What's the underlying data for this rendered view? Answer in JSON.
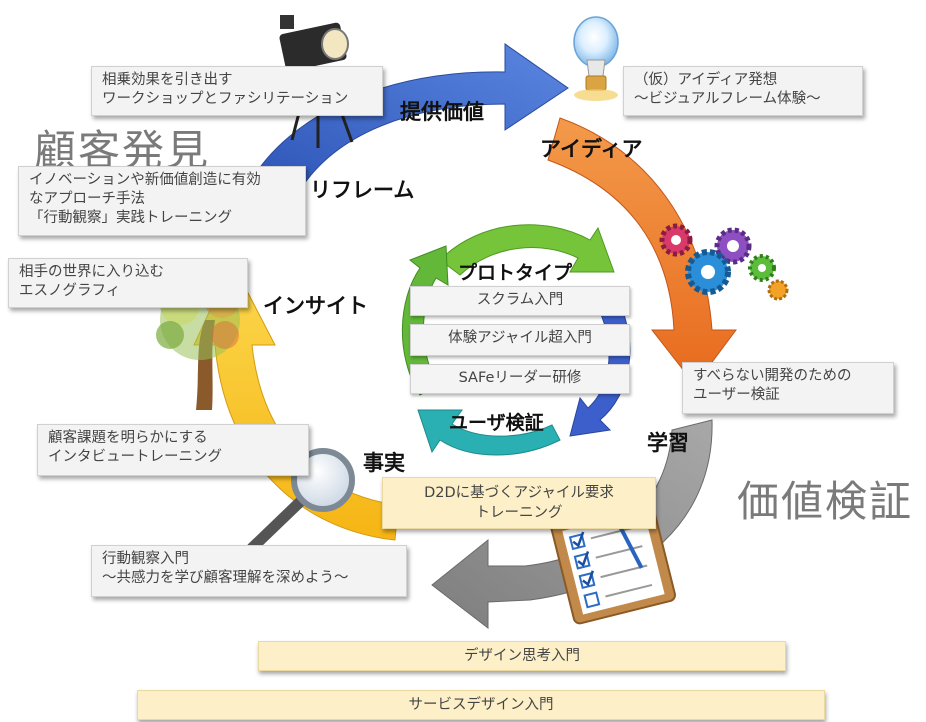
{
  "phases": {
    "customer_discovery": "顧客発見",
    "value_validation": "価値検証"
  },
  "outer_cycle": {
    "provide_value": "提供価値",
    "idea": "アイディア",
    "reframe": "リフレーム",
    "insight": "インサイト",
    "learning": "学習",
    "fact": "事実"
  },
  "inner_cycle": {
    "prototype": "プロトタイプ",
    "user_validation": "ユーザ検証",
    "courses": [
      "スクラム入門",
      "体験アジャイル超入門",
      "SAFeリーダー研修"
    ]
  },
  "callouts": {
    "synergy": [
      "相乗効果を引き出す",
      "ワークショップとファシリテーション"
    ],
    "idea_course": [
      "（仮）アイディア発想",
      "～ビジュアルフレーム体験～"
    ],
    "innovation": [
      "イノベーションや新価値創造に有効",
      "なアプローチ手法",
      "「行動観察」実践トレーニング"
    ],
    "ethnography": [
      "相手の世界に入り込む",
      "エスノグラフィ"
    ],
    "user_validation_course": [
      "すべらない開発のための",
      "ユーザー検証"
    ],
    "interview": [
      "顧客課題を明らかにする",
      "インタビュートレーニング"
    ],
    "d2d": [
      "D2Dに基づくアジャイル要求",
      "トレーニング"
    ],
    "observation_intro": [
      "行動観察入門",
      "～共感力を学び顧客理解を深めよう～"
    ]
  },
  "bottom_bars": {
    "design_thinking": "デザイン思考入門",
    "service_design": "サービスデザイン入門"
  },
  "colors": {
    "blue_arrow": "#3f66c8",
    "orange_arrow": "#ee7a2c",
    "gray_arrow": "#8f8f8f",
    "yellow_arrow": "#f5c320",
    "green_arrow": "#6dbb35",
    "teal_arrow": "#2ab0b2",
    "inner_blue_arrow": "#3c5fcc"
  },
  "icons": [
    "spotlight-icon",
    "light-bulb-icon",
    "gears-icon",
    "tree-icon",
    "magnifier-icon",
    "checklist-clipboard-icon"
  ]
}
